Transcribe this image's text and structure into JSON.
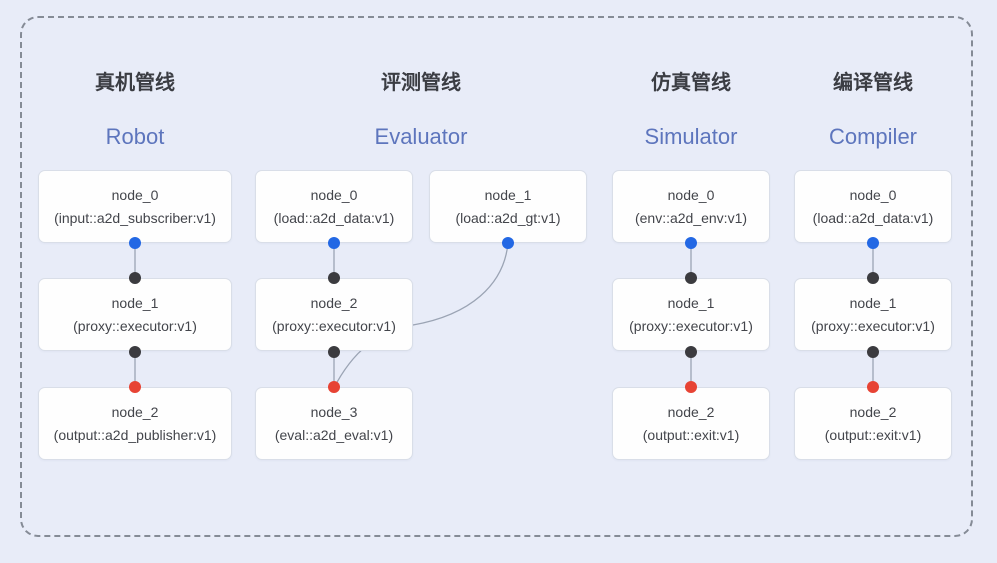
{
  "diagram_title": "pipeline-architecture-diagram",
  "colors": {
    "background": "#e8ecf8",
    "frame_dash": "#858b96",
    "node_fill": "#fefefe",
    "node_border": "#d9dee8",
    "node_text": "#43454b",
    "title_zh_text": "#3b3d43",
    "title_en_text": "#5d75bd",
    "edge_line": "#9ba4b4",
    "source_port_dot": "#2368e4",
    "intermediate_port_dot": "#3b3b3f",
    "sink_port_dot": "#e74334"
  },
  "pipelines": [
    {
      "id": "robot",
      "title_zh": "真机管线",
      "title_en": "Robot",
      "nodes": [
        {
          "name": "node_0",
          "type": "(input::a2d_subscriber:v1)"
        },
        {
          "name": "node_1",
          "type": "(proxy::executor:v1)"
        },
        {
          "name": "node_2",
          "type": "(output::a2d_publisher:v1)"
        }
      ]
    },
    {
      "id": "evaluator",
      "title_zh": "评测管线",
      "title_en": "Evaluator",
      "nodes": [
        {
          "name": "node_0",
          "type": "(load::a2d_data:v1)"
        },
        {
          "name": "node_1",
          "type": "(load::a2d_gt:v1)"
        },
        {
          "name": "node_2",
          "type": "(proxy::executor:v1)"
        },
        {
          "name": "node_3",
          "type": "(eval::a2d_eval:v1)"
        }
      ]
    },
    {
      "id": "simulator",
      "title_zh": "仿真管线",
      "title_en": "Simulator",
      "nodes": [
        {
          "name": "node_0",
          "type": "(env::a2d_env:v1)"
        },
        {
          "name": "node_1",
          "type": "(proxy::executor:v1)"
        },
        {
          "name": "node_2",
          "type": "(output::exit:v1)"
        }
      ]
    },
    {
      "id": "compiler",
      "title_zh": "编译管线",
      "title_en": "Compiler",
      "nodes": [
        {
          "name": "node_0",
          "type": "(load::a2d_data:v1)"
        },
        {
          "name": "node_1",
          "type": "(proxy::executor:v1)"
        },
        {
          "name": "node_2",
          "type": "(output::exit:v1)"
        }
      ]
    }
  ],
  "edges": [
    {
      "pipeline": "robot",
      "from": "node_0",
      "to": "node_1"
    },
    {
      "pipeline": "robot",
      "from": "node_1",
      "to": "node_2"
    },
    {
      "pipeline": "evaluator",
      "from": "node_0",
      "to": "node_2"
    },
    {
      "pipeline": "evaluator",
      "from": "node_1",
      "to": "node_3"
    },
    {
      "pipeline": "evaluator",
      "from": "node_2",
      "to": "node_3"
    },
    {
      "pipeline": "simulator",
      "from": "node_0",
      "to": "node_1"
    },
    {
      "pipeline": "simulator",
      "from": "node_1",
      "to": "node_2"
    },
    {
      "pipeline": "compiler",
      "from": "node_0",
      "to": "node_1"
    },
    {
      "pipeline": "compiler",
      "from": "node_1",
      "to": "node_2"
    }
  ]
}
